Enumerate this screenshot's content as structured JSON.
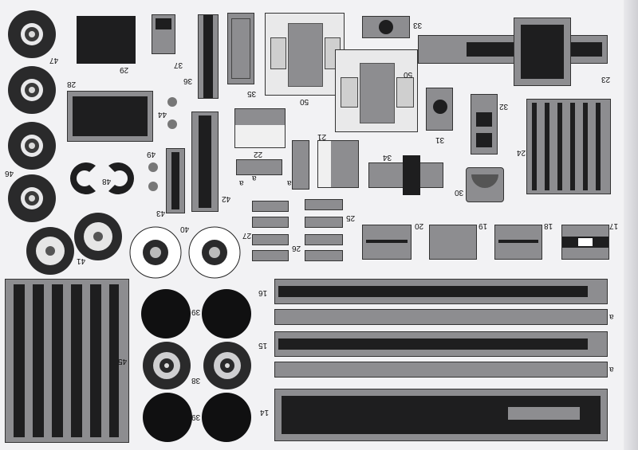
{
  "part_numbers": {
    "p14": "14",
    "p15": "15",
    "p16": "16",
    "p17": "17",
    "p18": "18",
    "p19": "19",
    "p20": "20",
    "p21": "21",
    "p22": "22",
    "p23": "23",
    "p24": "24",
    "p25": "25",
    "p26": "26",
    "p27": "27",
    "p28": "28",
    "p29": "29",
    "p30": "30",
    "p31": "31",
    "p32": "32",
    "p33": "33",
    "p34": "34",
    "p35": "35",
    "p36": "36",
    "p37": "37",
    "p38": "38",
    "p39a": "39",
    "p39b": "39",
    "p40": "40",
    "p41": "41",
    "p42": "42",
    "p43": "43",
    "p44": "44",
    "p45": "45",
    "p46": "46",
    "p47": "47",
    "p48": "48",
    "p49": "49",
    "p50a": "50",
    "p50b": "50"
  },
  "suffix_labels": {
    "a1": "a",
    "a2": "a",
    "a3": "a",
    "a4": "a",
    "a5": "a"
  },
  "colors": {
    "paper": "#f2f2f4",
    "print_gray": "#8d8d90",
    "print_dark": "#1e1e1f"
  }
}
